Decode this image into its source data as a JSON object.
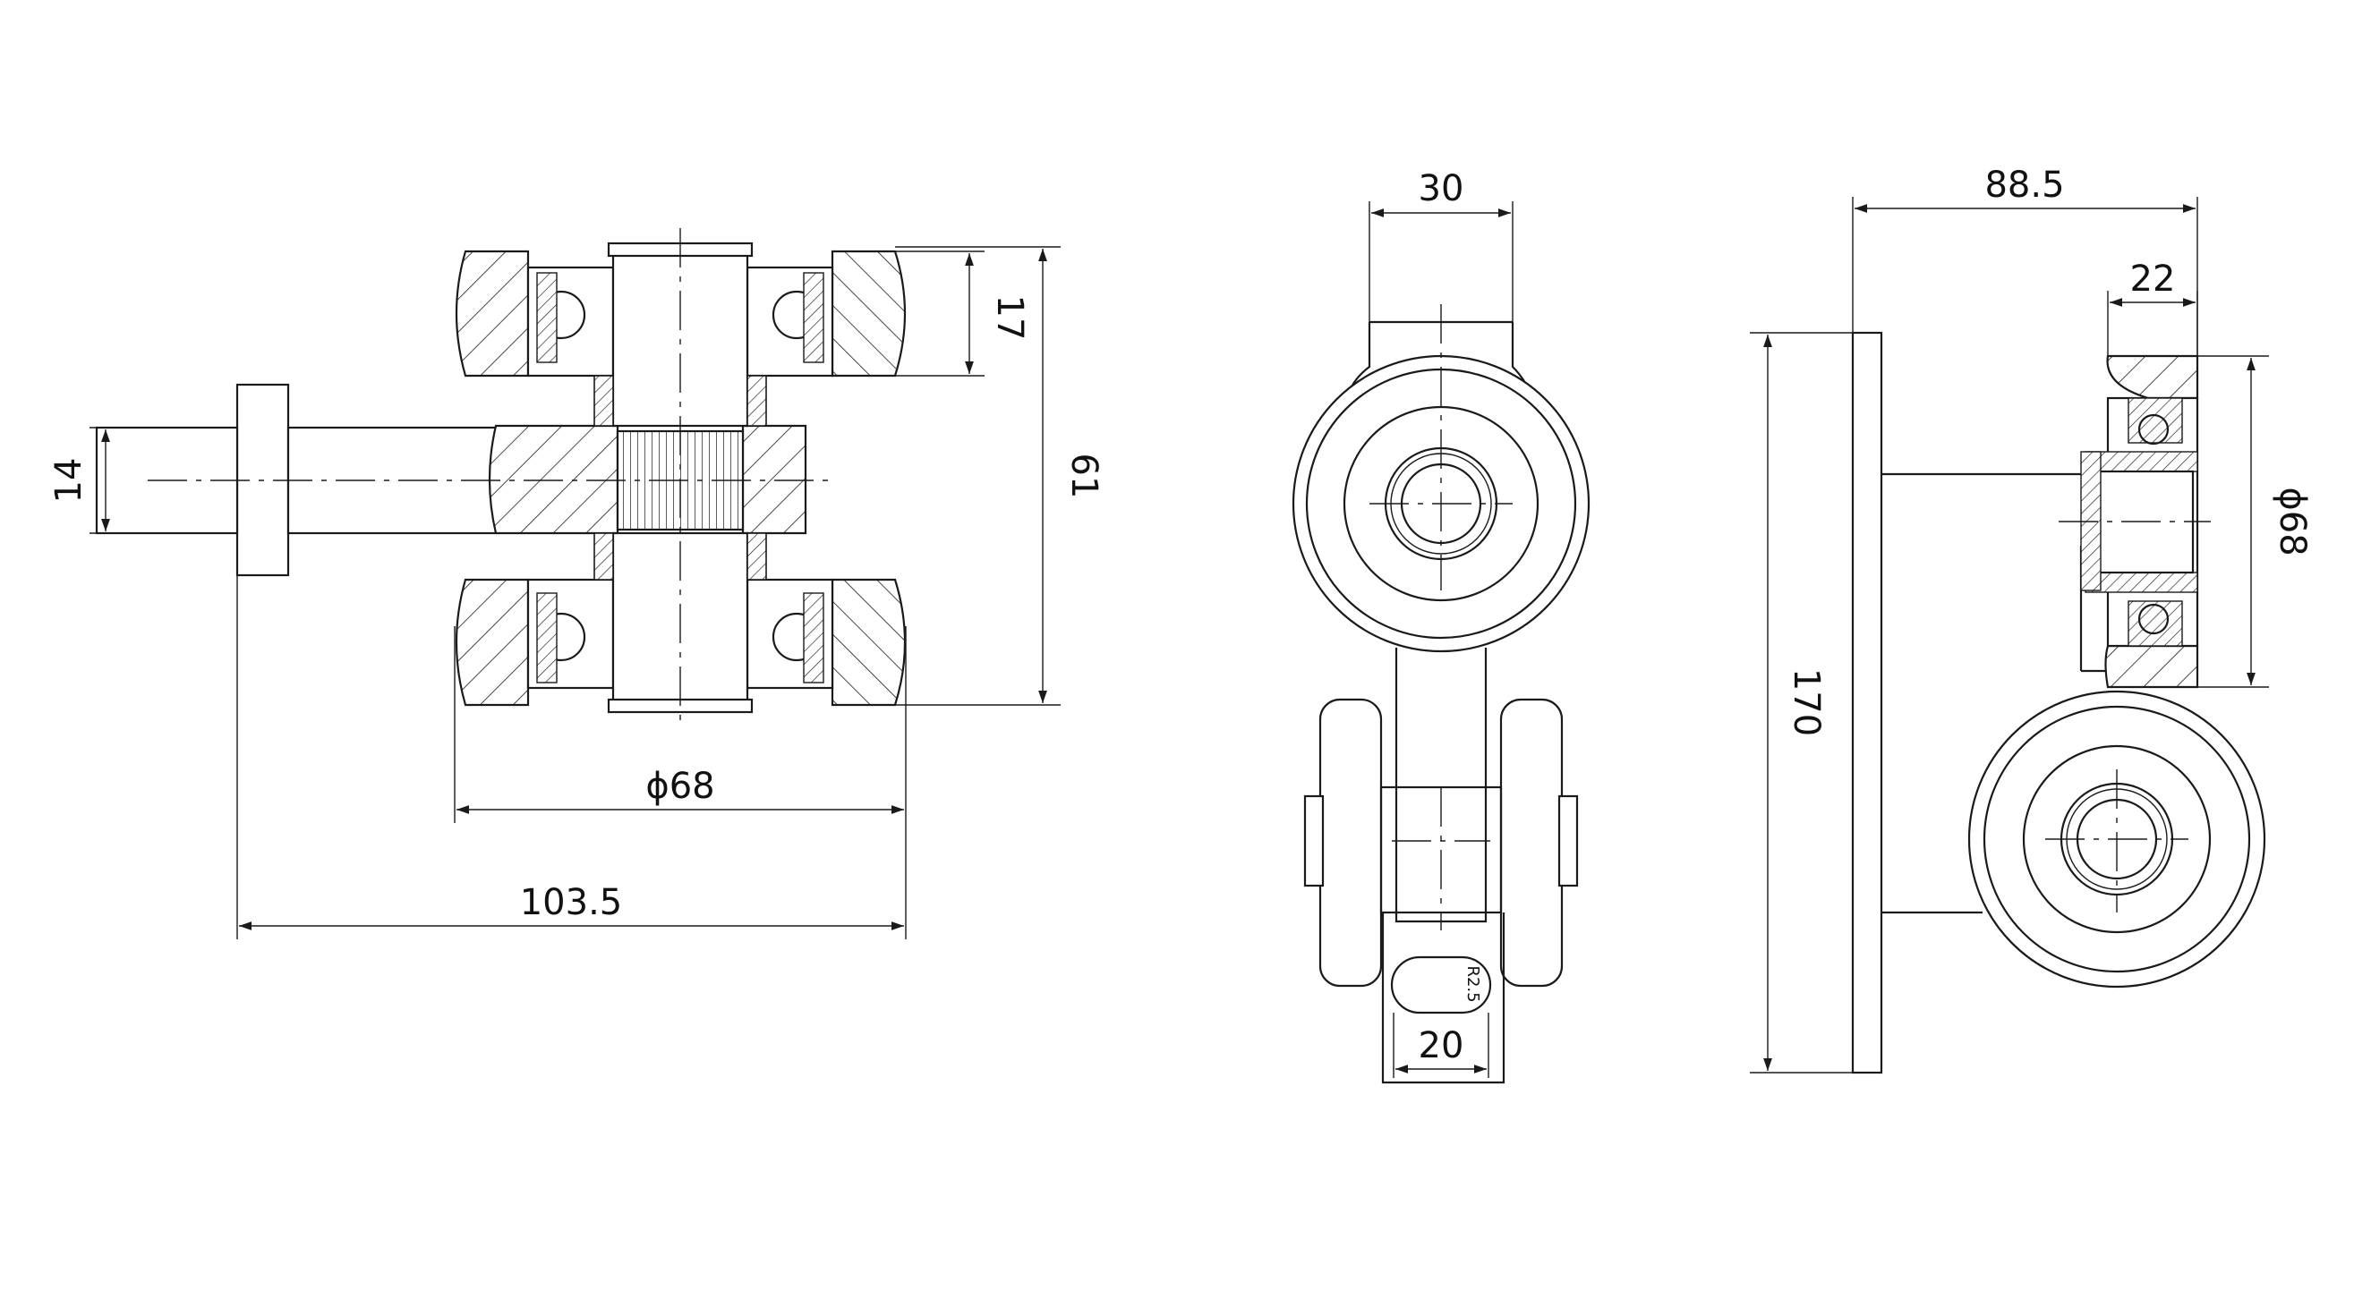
{
  "dimensions": {
    "front_shaft_width": "14",
    "front_bearing_width": "17",
    "front_total_height": "61",
    "front_wheel_diameter": "ϕ68",
    "front_total_length": "103.5",
    "side_arm_width": "30",
    "side_slot_width": "20",
    "side_slot_radius": "R2.5",
    "right_total_depth": "88.5",
    "right_wheel_width": "22",
    "right_wheel_diameter": "ϕ68",
    "right_total_height": "170"
  },
  "colors": {
    "line": "#1a1a1a",
    "background": "#ffffff"
  }
}
